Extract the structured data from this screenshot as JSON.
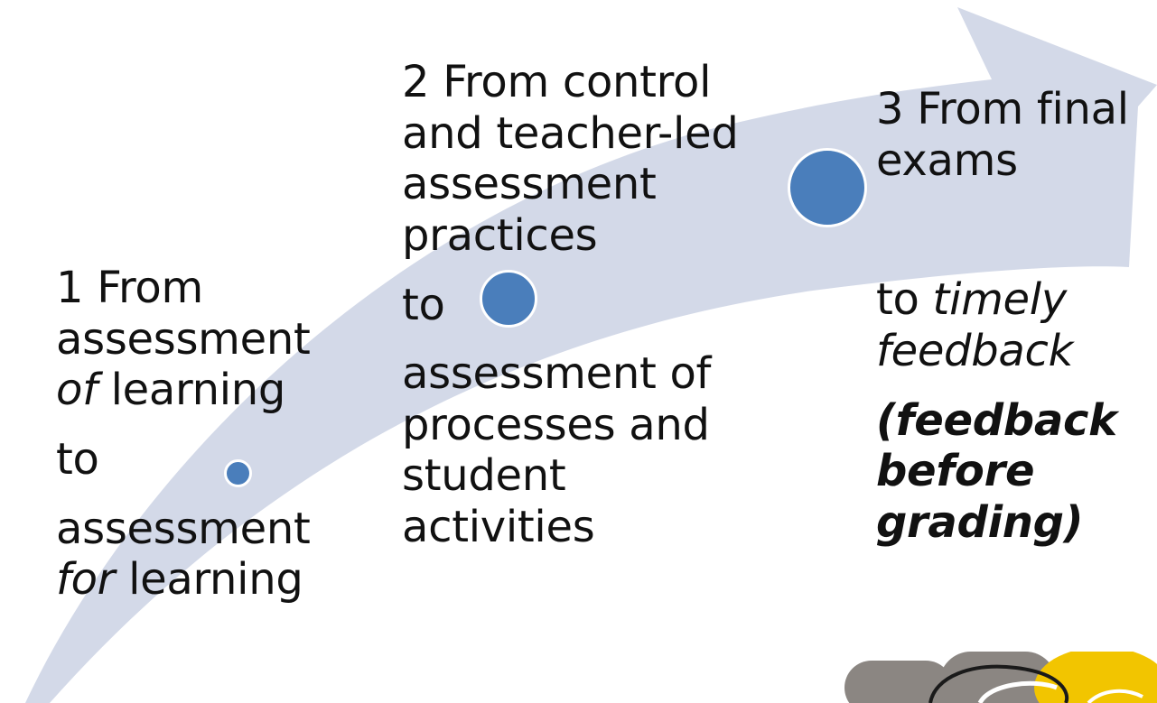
{
  "diagram": {
    "colors": {
      "arrow": "#d3d9e8",
      "dot": "#4a7ebb",
      "text": "#111111"
    },
    "steps": [
      {
        "title_prefix": "1 From",
        "from_line1": "assessment",
        "from_italic": "of",
        "from_rest": " learning",
        "connector": "to",
        "to_line1": "assessment",
        "to_italic": "for",
        "to_rest": " learning"
      },
      {
        "title": "2 From control and teacher-led assessment practices",
        "connector": "to",
        "to": "assessment of processes and student activities"
      },
      {
        "title": "3 From final exams",
        "to_prefix": "to ",
        "to_italic": "timely feedback",
        "note": "(feedback before grading)"
      }
    ]
  }
}
